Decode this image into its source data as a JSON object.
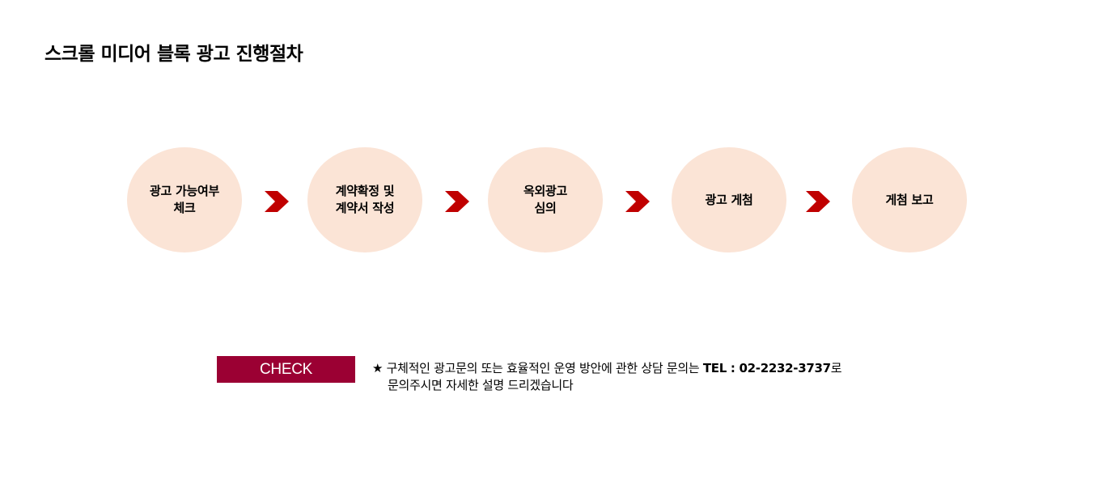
{
  "title": "스크롤 미디어 블록 광고 진행절차",
  "steps": [
    {
      "line1": "광고 가능여부",
      "line2": "체크"
    },
    {
      "line1": "계약확정 및",
      "line2": "계약서 작성"
    },
    {
      "line1": "옥외광고",
      "line2": "심의"
    },
    {
      "line1": "광고 게첨",
      "line2": ""
    },
    {
      "line1": "게첨 보고",
      "line2": ""
    }
  ],
  "arrow_icon": "chevron-right-icon",
  "colors": {
    "step_fill": "#fbe4d6",
    "arrow": "#c00000",
    "badge": "#9b0033"
  },
  "check": {
    "label": "CHECK"
  },
  "notice": {
    "star": "★",
    "line1_text": " 구체적인 광고문의 또는 효율적인 운영 방안에 관한 상담 문의는  ",
    "tel": "TEL : 02-2232-3737",
    "line1_suffix": "로",
    "line2": "문의주시면 자세한 설명 드리겠습니다"
  }
}
